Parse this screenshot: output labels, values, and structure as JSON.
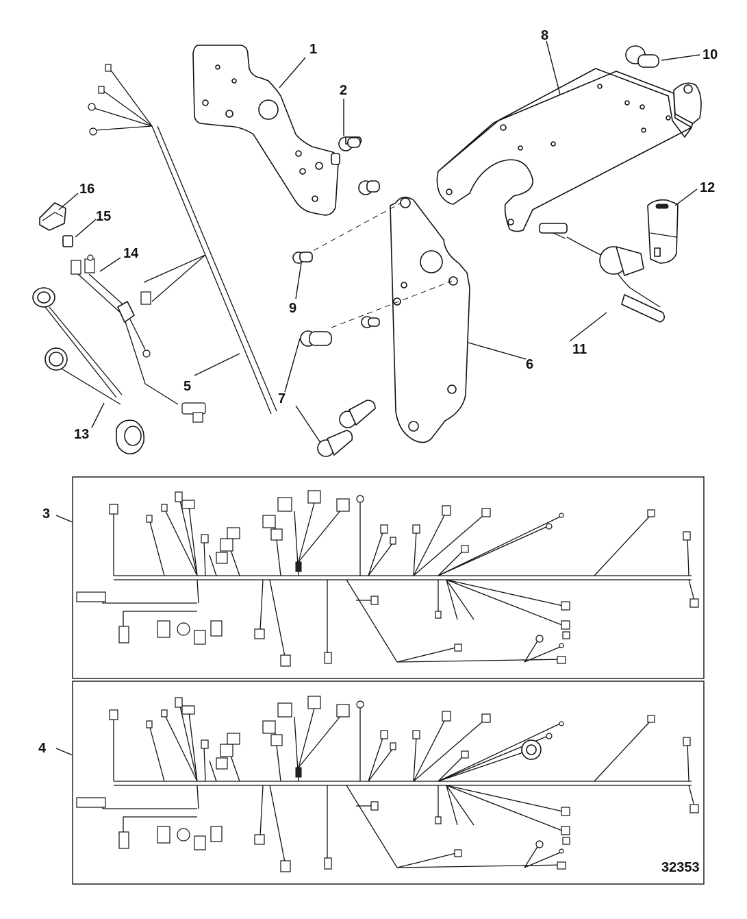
{
  "callouts": {
    "c1": "1",
    "c2": "2",
    "c3": "3",
    "c4": "4",
    "c5": "5",
    "c6": "6",
    "c7": "7",
    "c8": "8",
    "c9": "9",
    "c10": "10",
    "c11": "11",
    "c12": "12",
    "c13": "13",
    "c14": "14",
    "c15": "15",
    "c16": "16"
  },
  "figure_number": "32353"
}
